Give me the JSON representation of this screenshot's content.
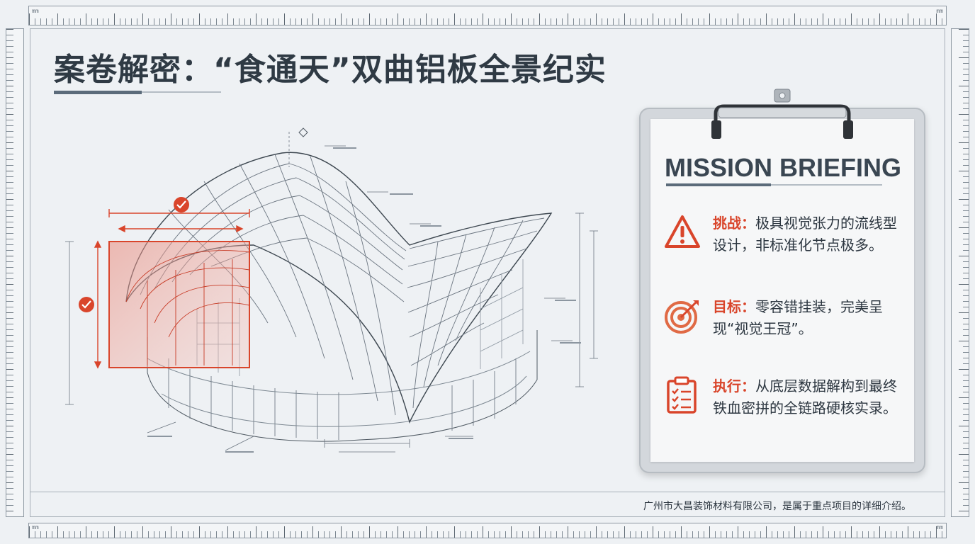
{
  "page": {
    "title": "案卷解密：“食通天”双曲铝板全景纪实",
    "footer_note": "广州市大昌装饰材料有限公司，是属于重点项目的详细介绍。"
  },
  "rulers": {
    "unit_label": "mm"
  },
  "briefing": {
    "heading": "MISSION BRIEFING",
    "items": [
      {
        "label": "挑战：",
        "text": "极具视觉张力的流线型设计，非标准化节点极多。",
        "icon": "warning-triangle-icon"
      },
      {
        "label": "目标：",
        "text": "零容错挂装，完美呈现“视觉王冠”。",
        "icon": "target-bullseye-icon"
      },
      {
        "label": "执行：",
        "text": "从底层数据解构到最终铁血密拼的全链路硬核实录。",
        "icon": "clipboard-checklist-icon"
      }
    ]
  },
  "colors": {
    "accent_red": "#d9452b",
    "ink": "#2f3a44",
    "slate": "#5b6b7a",
    "background": "#eef1f4"
  }
}
